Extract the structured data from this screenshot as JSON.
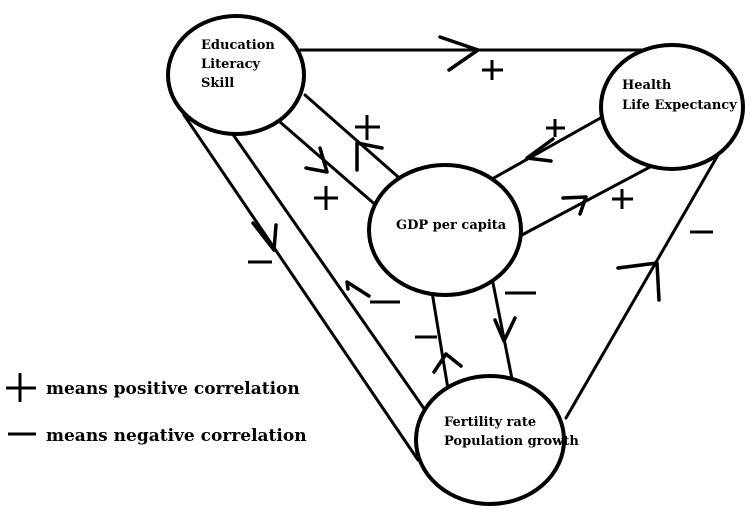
{
  "nodes": {
    "education": {
      "lines": [
        "Education",
        "Literacy",
        "Skill"
      ]
    },
    "health": {
      "lines": [
        "Health",
        "Life Expectancy"
      ]
    },
    "gdp": {
      "lines": [
        "GDP per capita"
      ]
    },
    "fertility": {
      "lines": [
        "Fertility rate",
        "Population growth"
      ]
    }
  },
  "edges": [
    {
      "from": "Education",
      "to": "Health",
      "sign": "+"
    },
    {
      "from": "Health",
      "to": "GDP per capita",
      "sign": "+"
    },
    {
      "from": "GDP per capita",
      "to": "Health",
      "sign": "+"
    },
    {
      "from": "Education",
      "to": "GDP per capita",
      "sign": "+"
    },
    {
      "from": "GDP per capita",
      "to": "Education",
      "sign": "+"
    },
    {
      "from": "Education",
      "to": "Fertility rate",
      "sign": "-"
    },
    {
      "from": "Fertility rate",
      "to": "Education",
      "sign": "-"
    },
    {
      "from": "GDP per capita",
      "to": "Fertility rate",
      "sign": "-"
    },
    {
      "from": "Fertility rate",
      "to": "GDP per capita",
      "sign": "-"
    },
    {
      "from": "Fertility rate",
      "to": "Health",
      "sign": "-"
    }
  ],
  "legend": {
    "positive": "means positive correlation",
    "negative": "means negative correlation"
  }
}
